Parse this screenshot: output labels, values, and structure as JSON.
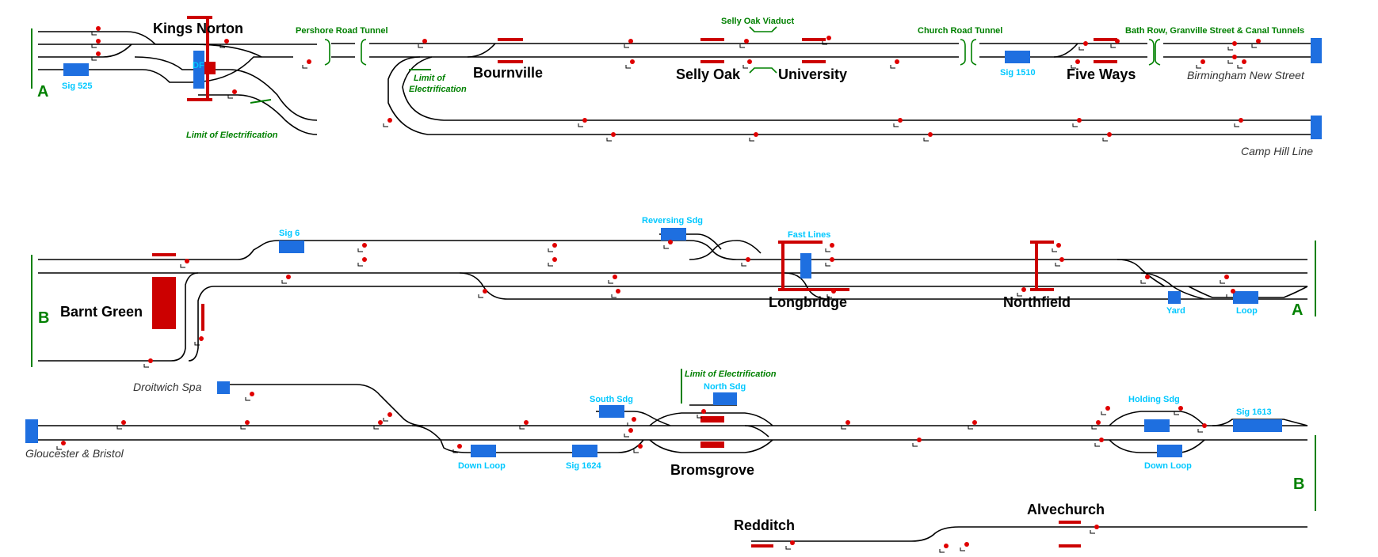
{
  "colors": {
    "track": "#000000",
    "platform": "#cc0000",
    "signal": "#e00000",
    "berth": "#1e6fe0",
    "label_cyan": "#00c8ff",
    "label_green": "#008000"
  },
  "stations": {
    "kings_norton": "Kings Norton",
    "bournville": "Bournville",
    "selly_oak": "Selly Oak",
    "university": "University",
    "five_ways": "Five Ways",
    "barnt_green": "Barnt Green",
    "longbridge": "Longbridge",
    "northfield": "Northfield",
    "bromsgrove": "Bromsgrove",
    "redditch": "Redditch",
    "alvechurch": "Alvechurch"
  },
  "destinations": {
    "birmingham_new_street": "Birmingham New Street",
    "camp_hill_line": "Camp Hill Line",
    "droitwich_spa": "Droitwich Spa",
    "gloucester_bristol": "Gloucester & Bristol"
  },
  "structures": {
    "pershore_road_tunnel": "Pershore Road Tunnel",
    "selly_oak_viaduct": "Selly Oak Viaduct",
    "church_road_tunnel": "Church Road Tunnel",
    "bath_row_tunnels": "Bath Row, Granville Street & Canal Tunnels"
  },
  "notes": {
    "limit_elec_kn": "Limit of Electrification",
    "limit_elec_bv_1": "Limit of",
    "limit_elec_bv_2": "Electrification",
    "limit_elec_bg": "Limit of Electrification"
  },
  "berth_labels": {
    "sig525": "Sig 525",
    "sig1510": "Sig 1510",
    "sig6": "Sig 6",
    "reversing_sdg": "Reversing Sdg",
    "fast_lines": "Fast Lines",
    "yard": "Yard",
    "loop": "Loop",
    "south_sdg": "South Sdg",
    "north_sdg": "North Sdg",
    "down_loop_1": "Down Loop",
    "sig1624": "Sig 1624",
    "holding_sdg": "Holding Sdg",
    "sig1613": "Sig 1613",
    "down_loop_2": "Down Loop",
    "kn_box_text": "DF"
  },
  "section_markers": {
    "a_left": "A",
    "b_left": "B",
    "a_right": "A",
    "b_right": "B"
  }
}
